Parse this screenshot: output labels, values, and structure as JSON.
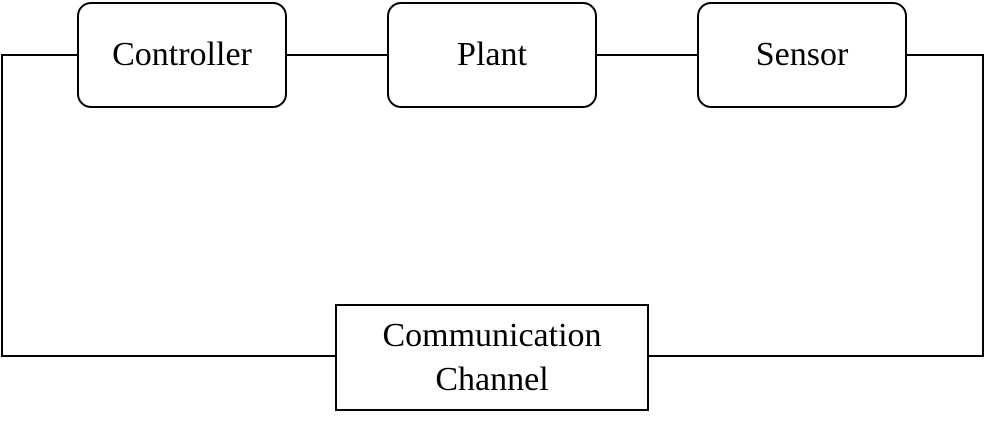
{
  "diagram": {
    "blocks": {
      "controller": "Controller",
      "plant": "Plant",
      "sensor": "Sensor",
      "channel_line1": "Communication",
      "channel_line2": "Channel"
    },
    "line_color": "#000000",
    "background": "#ffffff"
  }
}
